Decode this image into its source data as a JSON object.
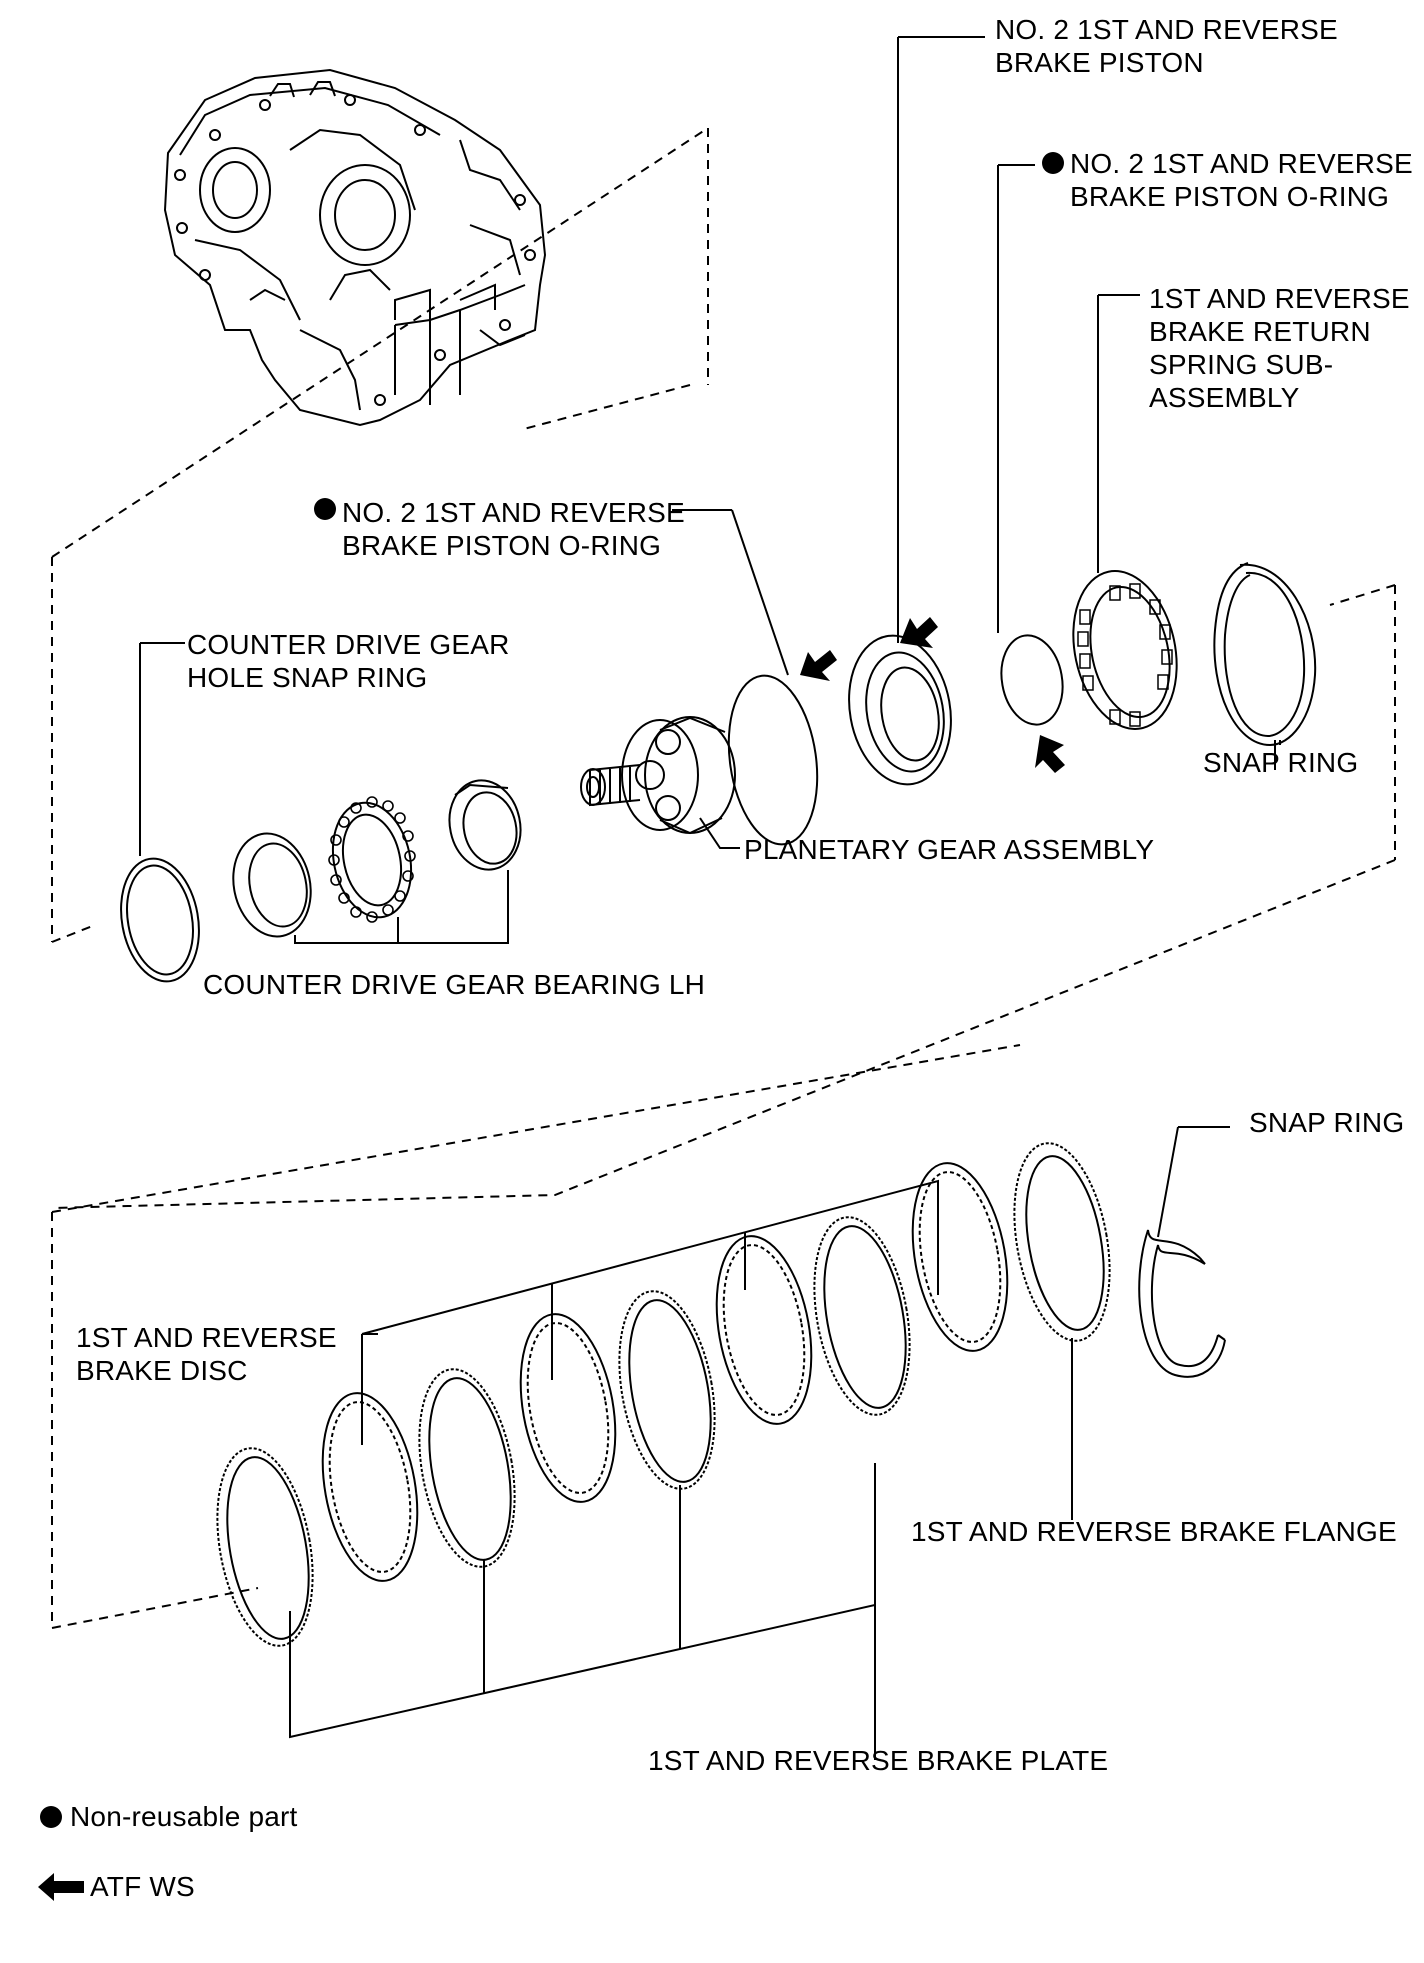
{
  "labels": {
    "no2_piston": [
      "NO. 2 1ST AND REVERSE",
      "BRAKE PISTON"
    ],
    "no2_oring_top": [
      "NO. 2 1ST AND REVERSE",
      "BRAKE PISTON O-RING"
    ],
    "return_spring": [
      "1ST AND REVERSE",
      "BRAKE RETURN",
      "SPRING SUB-",
      "ASSEMBLY"
    ],
    "no2_oring_mid": [
      "NO. 2 1ST AND REVERSE",
      "BRAKE PISTON O-RING"
    ],
    "counter_snap": [
      "COUNTER DRIVE GEAR",
      "HOLE SNAP RING"
    ],
    "snap_ring_upper": "SNAP RING",
    "planetary": "PLANETARY GEAR ASSEMBLY",
    "counter_bearing": "COUNTER DRIVE GEAR BEARING LH",
    "snap_ring_lower": "SNAP RING",
    "brake_disc": [
      "1ST AND REVERSE",
      "BRAKE DISC"
    ],
    "brake_flange": "1ST AND REVERSE BRAKE FLANGE",
    "brake_plate": "1ST AND REVERSE BRAKE PLATE"
  },
  "legend": {
    "non_reusable": "Non-reusable part",
    "atf": "ATF WS"
  },
  "symbols": {
    "non_reusable": "filled-circle",
    "apply_fluid": "arrow-left-icon"
  },
  "colors": {
    "ink": "#000000",
    "paper": "#ffffff"
  }
}
